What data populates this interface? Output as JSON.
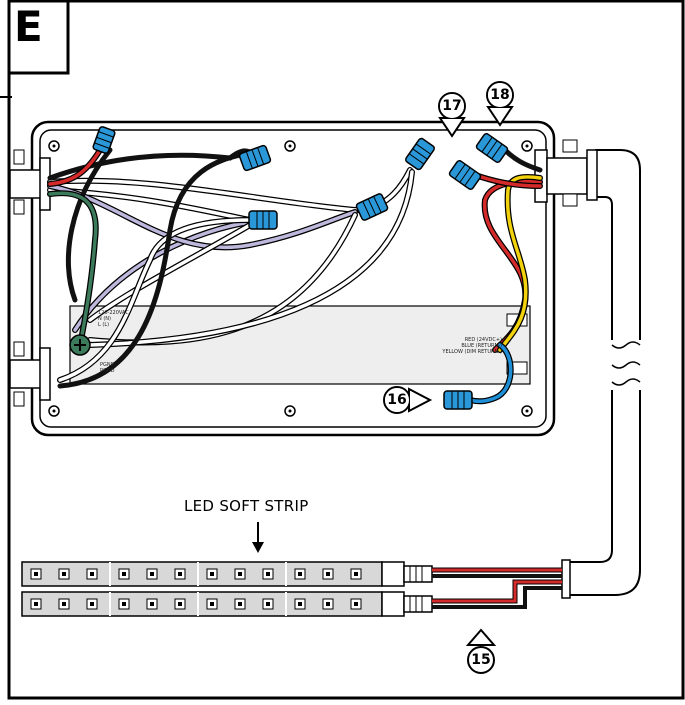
{
  "step": {
    "letter": "E"
  },
  "callouts": {
    "c15": "15",
    "c16": "16",
    "c17": "17",
    "c18": "18"
  },
  "labels": {
    "led_strip": "LED SOFT STRIP",
    "input_terminals": [
      "120-220VAC",
      "N (N)",
      "L (L)"
    ],
    "output_terminals": [
      "RED (24VDC+)",
      "BLUE (RETURN-)",
      "YELLOW (DIM RETURN-)"
    ],
    "left_small": [
      "PGND",
      "PGND"
    ]
  },
  "colors": {
    "wire_red": "#d42a2a",
    "wire_yellow": "#f2d20c",
    "wire_blue": "#1e8fd6",
    "wire_green": "#3b7a5a",
    "wire_black": "#111111",
    "wire_white": "#ffffff",
    "wire_lilac": "#bfb8dd",
    "wire_nut": "#2a98d8",
    "driver_fill": "#eeeeee"
  }
}
